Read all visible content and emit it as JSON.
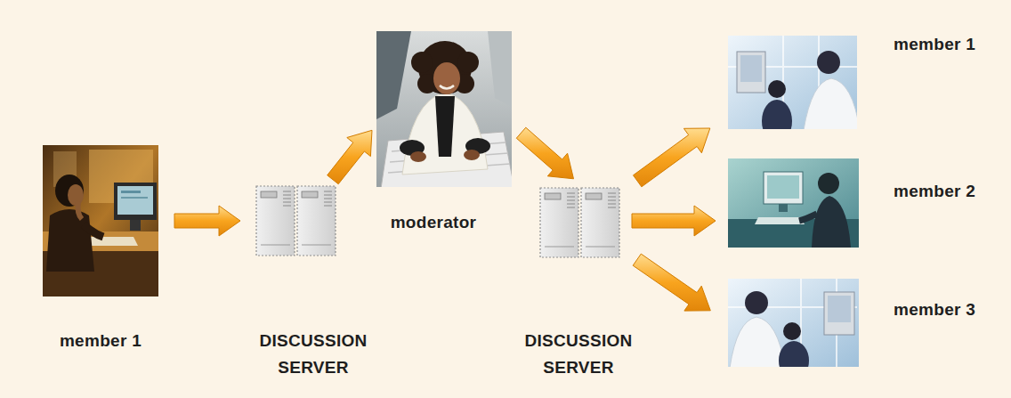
{
  "diagram": {
    "nodes": [
      {
        "text": [
          "member 1"
        ]
      },
      {
        "text": [
          "DISCUSSION SERVER"
        ]
      },
      {
        "text": [
          "moderator"
        ]
      },
      {
        "text": [
          "DISCUSSION SERVER"
        ]
      },
      {
        "text": [
          "member 1"
        ]
      },
      {
        "text": [
          "member 2"
        ]
      },
      {
        "text": [
          "member 3"
        ]
      }
    ],
    "edges": [
      {
        "from": 0,
        "to": 1,
        "arrow": "to"
      },
      {
        "from": 1,
        "to": 2,
        "arrow": "to"
      },
      {
        "from": 2,
        "to": 3,
        "arrow": "to"
      },
      {
        "from": 3,
        "to": 4,
        "arrow": "to"
      },
      {
        "from": 3,
        "to": 5,
        "arrow": "to"
      },
      {
        "from": 3,
        "to": 6,
        "arrow": "to"
      }
    ]
  }
}
